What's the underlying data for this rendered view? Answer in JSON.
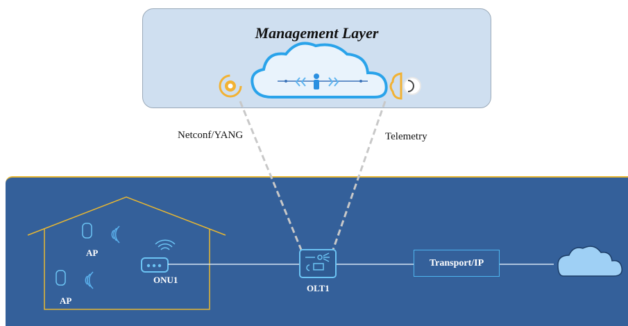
{
  "management": {
    "title": "Management Layer"
  },
  "protocols": {
    "left": "Netconf/YANG",
    "right": "Telemetry"
  },
  "devices": {
    "ap_top": "AP",
    "ap_bottom": "AP",
    "onu": "ONU1",
    "olt": "OLT1",
    "transport": "Transport/IP"
  },
  "colors": {
    "management_bg": "#cfdff0",
    "network_bg": "#34609a",
    "accent_gold": "#e8b732",
    "link_blue": "#4fb6ef",
    "cloud_blue": "#9fd0f5"
  }
}
